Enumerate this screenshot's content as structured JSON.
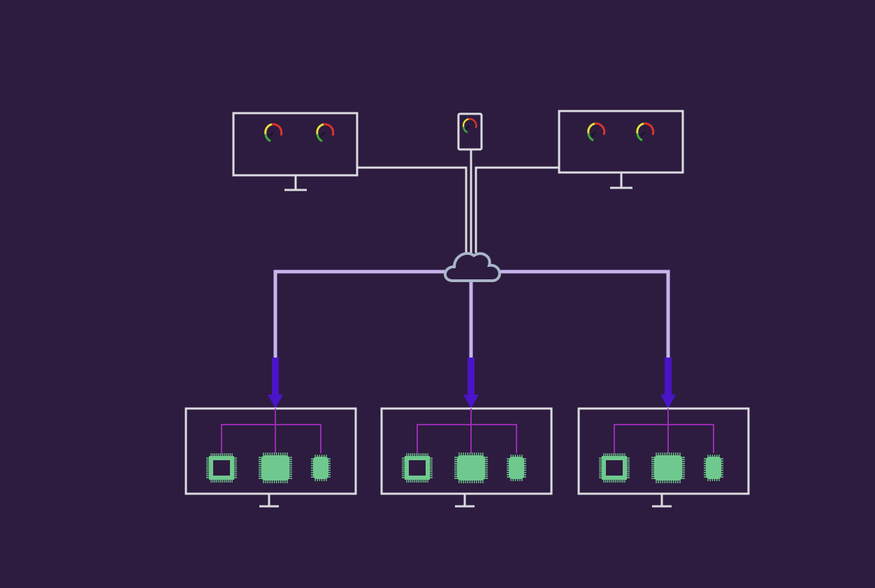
{
  "diagram": {
    "title": "",
    "colors": {
      "background": "#2d1c3f",
      "device_outline": "#dcdce0",
      "upper_links": "#dcdce0",
      "lower_links": "#c7b3ee",
      "arrow": "#4a14c8",
      "inner_bus": "#9b2bb5",
      "chip": "#6fc98e",
      "cloud_outline": "#a9b6c8",
      "gauge_low": "#3fae3a",
      "gauge_mid": "#e6e03a",
      "gauge_high": "#e0322e"
    },
    "top_row": [
      {
        "id": "monitor-left",
        "type": "monitor",
        "icons": [
          "gauge-icon",
          "gauge-icon"
        ]
      },
      {
        "id": "sensor-center",
        "type": "device",
        "icons": [
          "gauge-icon"
        ]
      },
      {
        "id": "monitor-right",
        "type": "monitor",
        "icons": [
          "gauge-icon",
          "gauge-icon"
        ]
      }
    ],
    "hub": {
      "id": "cloud",
      "icon": "cloud-icon"
    },
    "bottom_row": [
      {
        "id": "server-1",
        "type": "monitor",
        "chips": [
          "cpu-outline-icon",
          "cpu-solid-icon",
          "memory-chip-icon"
        ]
      },
      {
        "id": "server-2",
        "type": "monitor",
        "chips": [
          "cpu-outline-icon",
          "cpu-solid-icon",
          "memory-chip-icon"
        ]
      },
      {
        "id": "server-3",
        "type": "monitor",
        "chips": [
          "cpu-outline-icon",
          "cpu-solid-icon",
          "memory-chip-icon"
        ]
      }
    ],
    "edges": [
      {
        "from": "monitor-left",
        "to": "cloud",
        "style": "plain"
      },
      {
        "from": "sensor-center",
        "to": "cloud",
        "style": "plain"
      },
      {
        "from": "monitor-right",
        "to": "cloud",
        "style": "plain"
      },
      {
        "from": "cloud",
        "to": "server-1",
        "style": "arrow"
      },
      {
        "from": "cloud",
        "to": "server-2",
        "style": "arrow"
      },
      {
        "from": "cloud",
        "to": "server-3",
        "style": "arrow"
      }
    ]
  }
}
